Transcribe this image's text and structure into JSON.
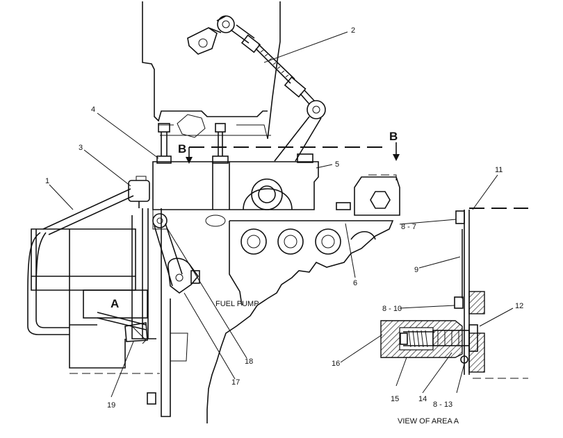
{
  "diagram": {
    "labels": {
      "p1": "1",
      "p2": "2",
      "p3": "3",
      "p4": "4",
      "p5": "5",
      "p6": "6",
      "p7": "8 - 7",
      "p9": "9",
      "p10": "8 - 10",
      "p11": "11",
      "p12": "12",
      "p13": "8 - 13",
      "p14": "14",
      "p15": "15",
      "p16": "16",
      "p17": "17",
      "p18": "18",
      "p19": "19",
      "area_a": "A",
      "section_b_left": "B",
      "section_b_right": "B",
      "fuel_pump": "FUEL PUMP",
      "view_caption": "VIEW OF AREA A"
    }
  }
}
